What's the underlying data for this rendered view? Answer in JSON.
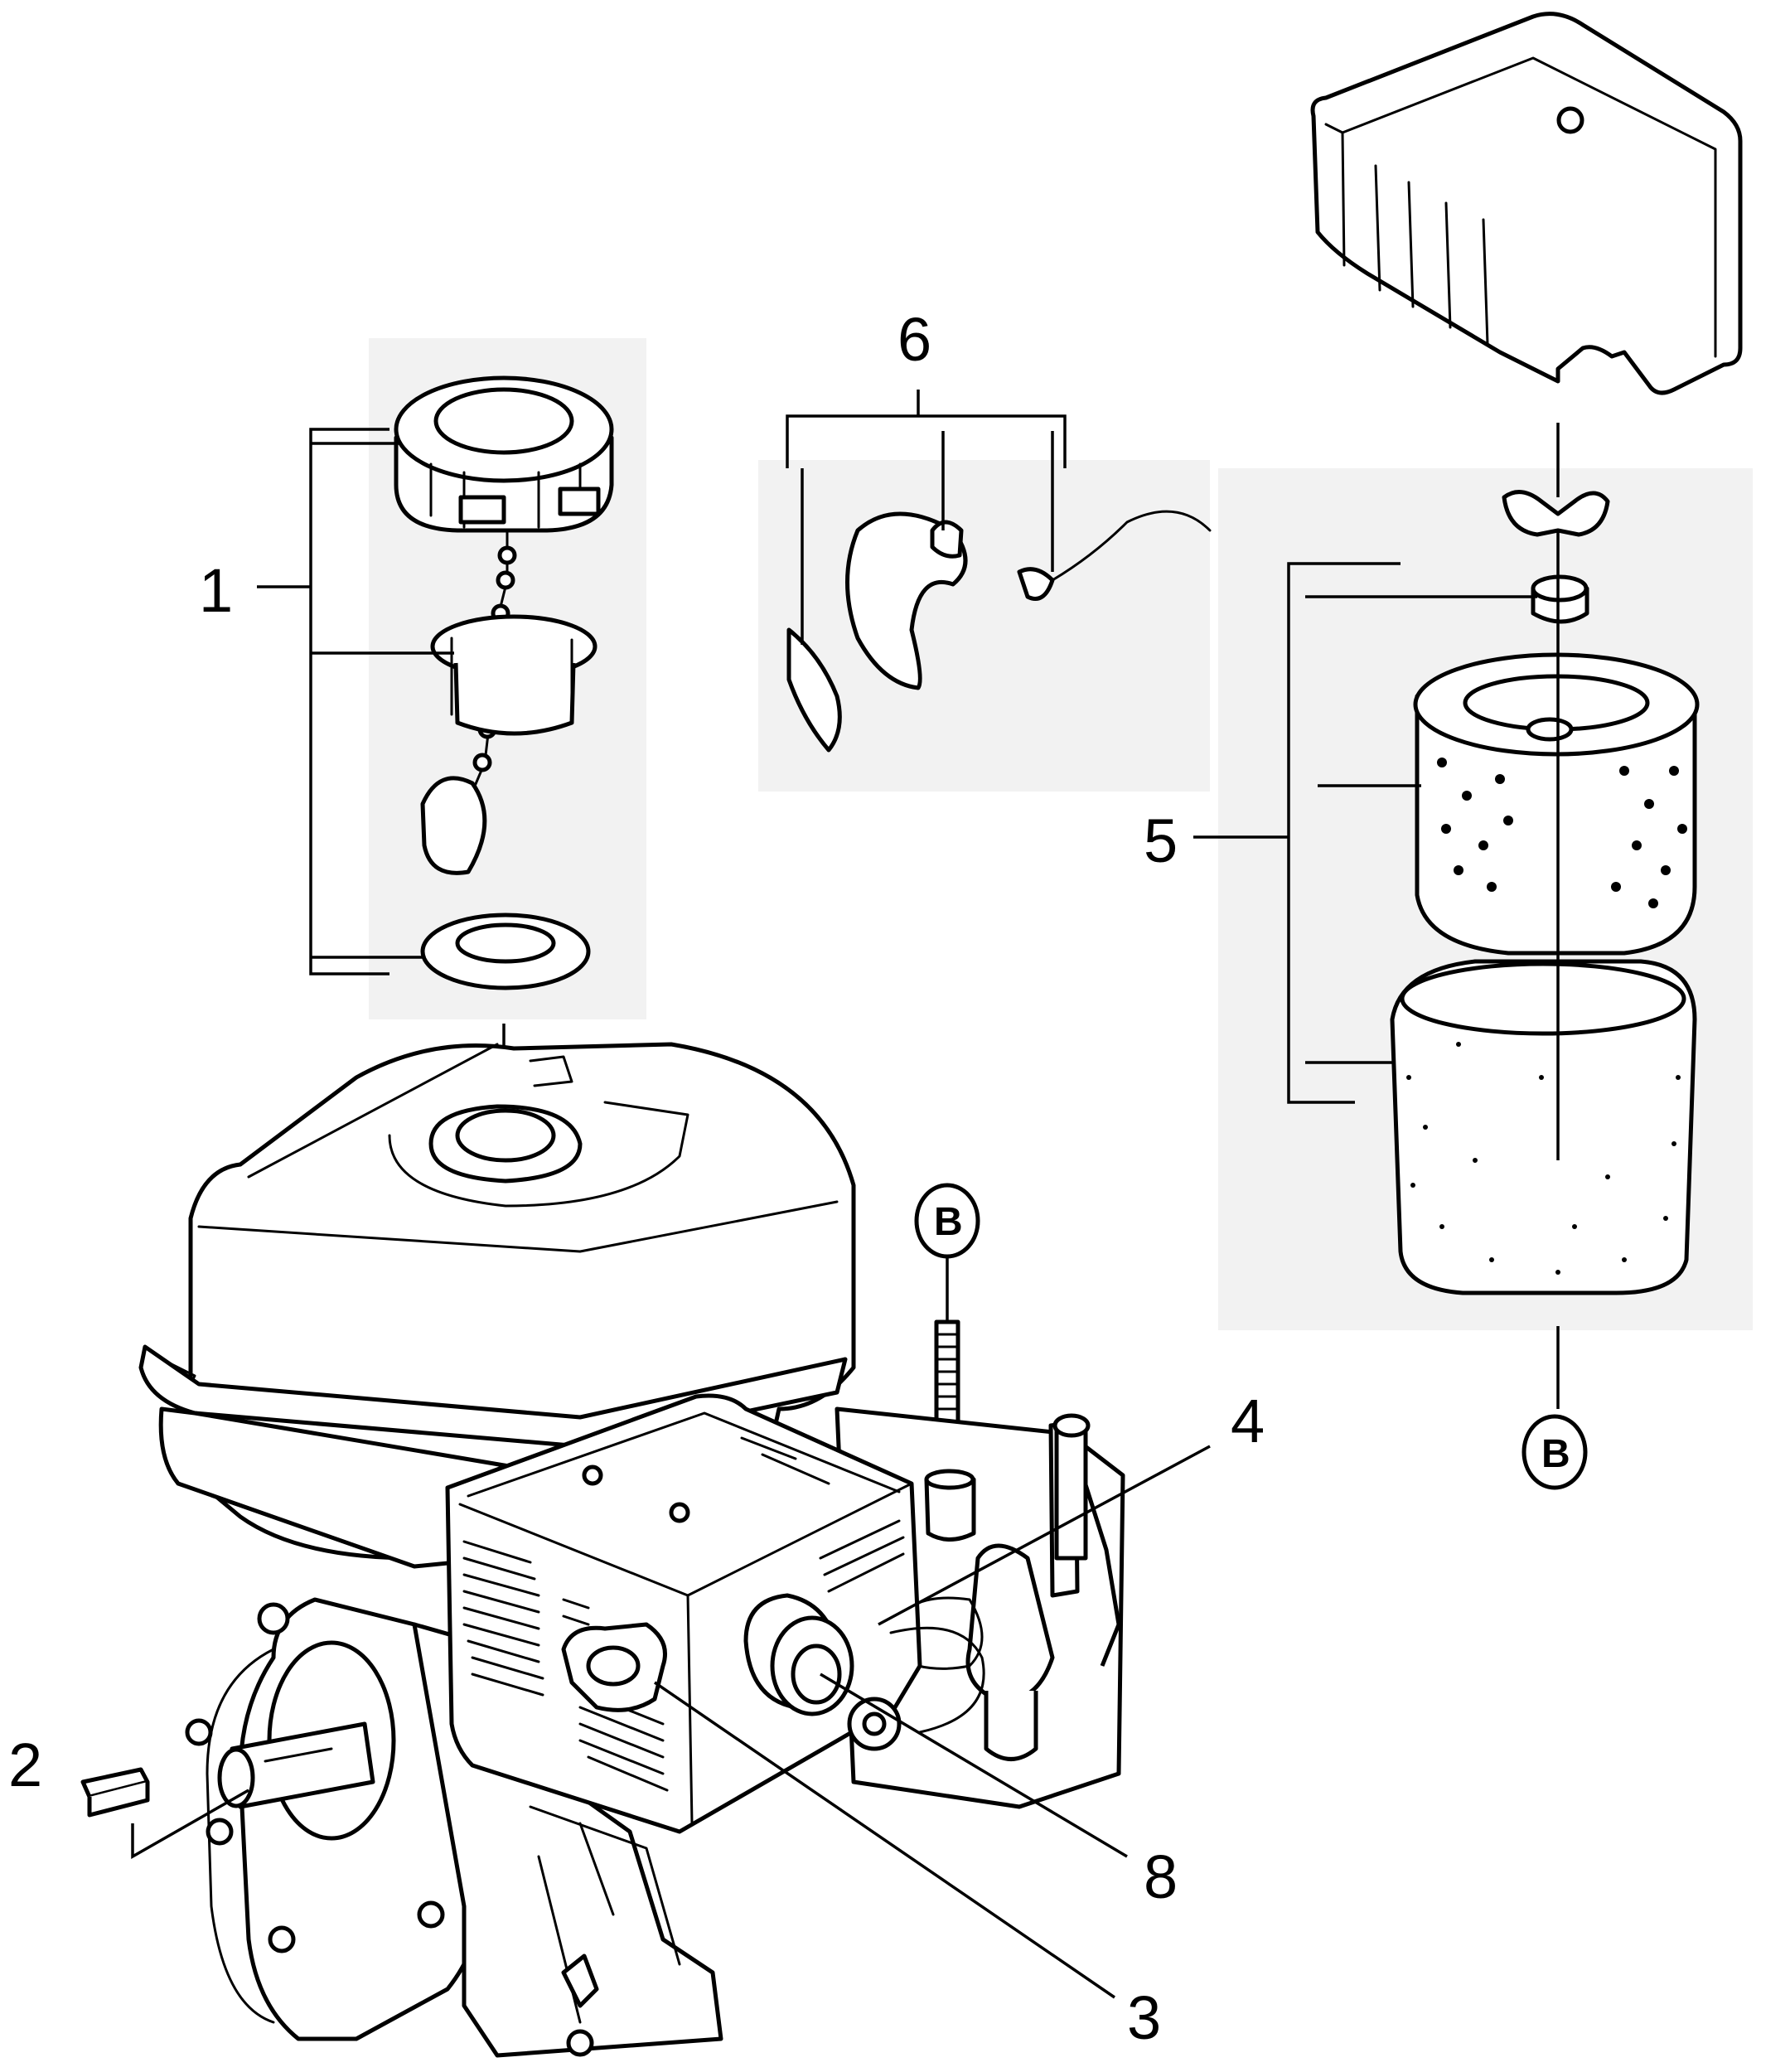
{
  "callouts": {
    "c1": "1",
    "c2": "2",
    "c3": "3",
    "c4": "4",
    "c5": "5",
    "c6": "6",
    "c8": "8"
  },
  "reference_markers": {
    "top": "B",
    "bottom": "B"
  },
  "colors": {
    "line": "#000000",
    "panel_shade": "#f2f2f2",
    "background": "#ffffff"
  },
  "icons": [
    "fuel-cap-icon",
    "strainer-icon",
    "gasket-icon",
    "shaft-key-icon",
    "engine-icon",
    "muffler-protector-icon",
    "air-cleaner-cover-icon",
    "wing-nut-icon",
    "filter-element-icon",
    "foam-filter-icon",
    "clip-kit-icon"
  ]
}
